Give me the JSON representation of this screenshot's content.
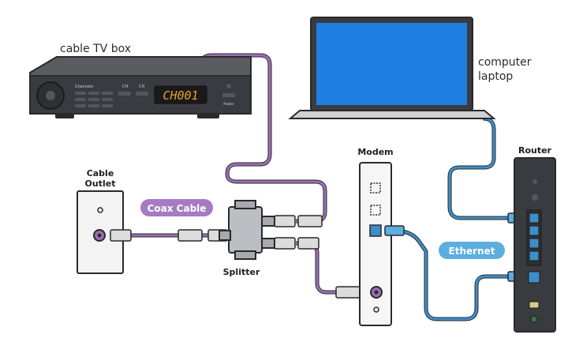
{
  "labels": {
    "cable_tv_box": "cable TV box",
    "computer_line1": "computer",
    "computer_line2": "laptop",
    "modem": "Modem",
    "router": "Router",
    "cable_outlet_line1": "Cable",
    "cable_outlet_line2": "Outlet",
    "splitter": "Splitter",
    "coax_cable": "Coax Cable",
    "ethernet": "Ethernet"
  },
  "tv_box": {
    "display": "CH001",
    "button_ch": "CH",
    "button_ch2": "CH",
    "channels": "Channels",
    "power": "Power"
  },
  "colors": {
    "coax": "#9b6fb6",
    "coax_pill": "#a57bc4",
    "ethernet": "#3d8fc8",
    "ethernet_pill": "#5aaee0",
    "device_dark": "#3a3b40",
    "laptop_screen": "#1e7fe0",
    "outline": "#2a2a2a",
    "display": "#e8a020"
  }
}
